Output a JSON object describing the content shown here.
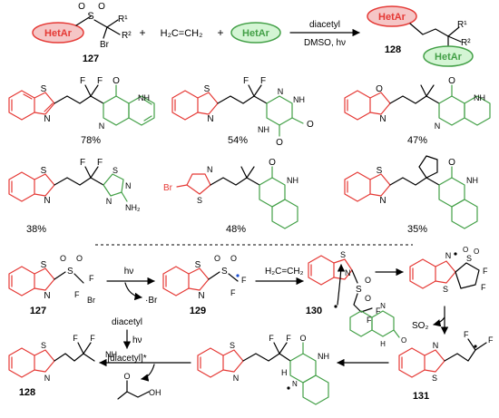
{
  "colors": {
    "hetar_red": "#e53935",
    "hetar_green": "#43a047",
    "red_fill": "#f5c6c6",
    "green_fill": "#d4f5d4",
    "radical_blue": "#1e50d0"
  },
  "top_reaction": {
    "reagent_label": "127",
    "hetar_red_label": "HetAr",
    "br_label": "Br",
    "r1_label": "R¹",
    "r2_label": "R²",
    "s_label": "S",
    "o_label": "O",
    "plus1": "+",
    "ethylene": "H₂C=CH₂",
    "plus2": "+",
    "hetar_green_label": "HetAr",
    "condition_top": "diacetyl",
    "condition_bottom": "DMSO, hν",
    "product_label": "128"
  },
  "examples": [
    {
      "yield": "78%"
    },
    {
      "yield": "54%"
    },
    {
      "yield": "47%"
    },
    {
      "yield": "38%"
    },
    {
      "yield": "48%"
    },
    {
      "yield": "35%"
    }
  ],
  "atoms": {
    "S": "S",
    "N": "N",
    "O": "O",
    "F": "F",
    "NH": "NH",
    "HN": "HN",
    "Br": "Br",
    "NH2": "NH₂",
    "H": "H",
    "OH": "OH"
  },
  "mechanism": {
    "cmpd127": "127",
    "hv1": "hν",
    "br_radical": "·Br",
    "cmpd129": "129",
    "ethylene": "H₂C=CH₂",
    "cmpd130": "130",
    "so2": "SO₂",
    "cmpd131": "131",
    "diacetyl": "diacetyl",
    "hv2": "hν",
    "excited": "[diacetyl]*",
    "cmpd128": "128"
  }
}
